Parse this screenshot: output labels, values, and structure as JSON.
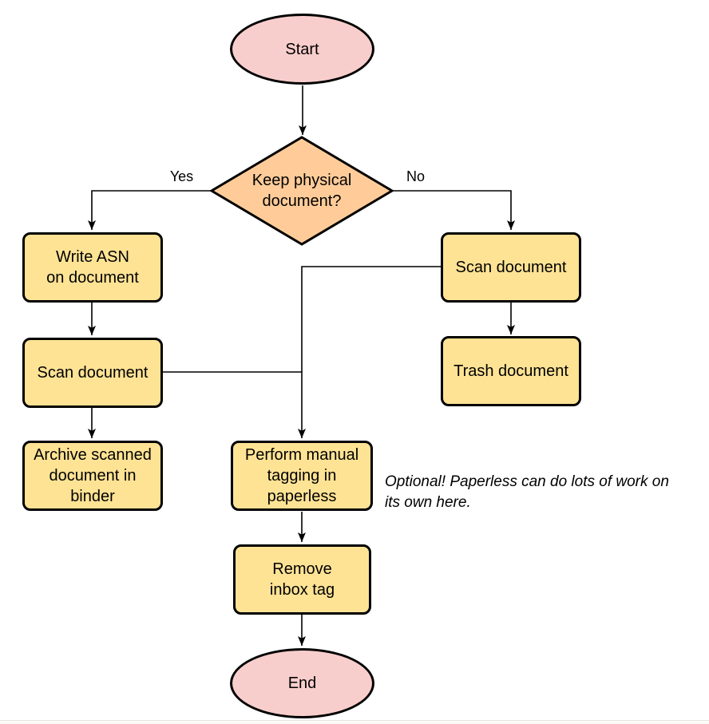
{
  "diagram": {
    "type": "flowchart",
    "topic": "Document scanning workflow with paperless"
  },
  "colors": {
    "terminator_fill": "#f8cecc",
    "decision_fill": "#ffcc99",
    "process_fill": "#ffe395",
    "stroke": "#000000",
    "connector": "#000000",
    "background": "#ffffff"
  },
  "nodes": {
    "start": {
      "type": "terminator",
      "label": [
        "Start"
      ]
    },
    "decision": {
      "type": "decision",
      "label": [
        "Keep physical",
        "document?"
      ]
    },
    "write_asn": {
      "type": "process",
      "label": [
        "Write ASN",
        "on document"
      ]
    },
    "scan_left": {
      "type": "process",
      "label": [
        "Scan document"
      ]
    },
    "archive": {
      "type": "process",
      "label": [
        "Archive scanned",
        "document in",
        "binder"
      ]
    },
    "scan_right": {
      "type": "process",
      "label": [
        "Scan document"
      ]
    },
    "trash": {
      "type": "process",
      "label": [
        "Trash document"
      ]
    },
    "tagging": {
      "type": "process",
      "label": [
        "Perform manual",
        "tagging in",
        "paperless"
      ]
    },
    "remove_tag": {
      "type": "process",
      "label": [
        "Remove",
        "inbox tag"
      ]
    },
    "end": {
      "type": "terminator",
      "label": [
        "End"
      ]
    }
  },
  "edge_labels": {
    "yes": "Yes",
    "no": "No"
  },
  "annotation": {
    "text": [
      "Optional! Paperless can do lots of work on",
      "its own here."
    ]
  }
}
